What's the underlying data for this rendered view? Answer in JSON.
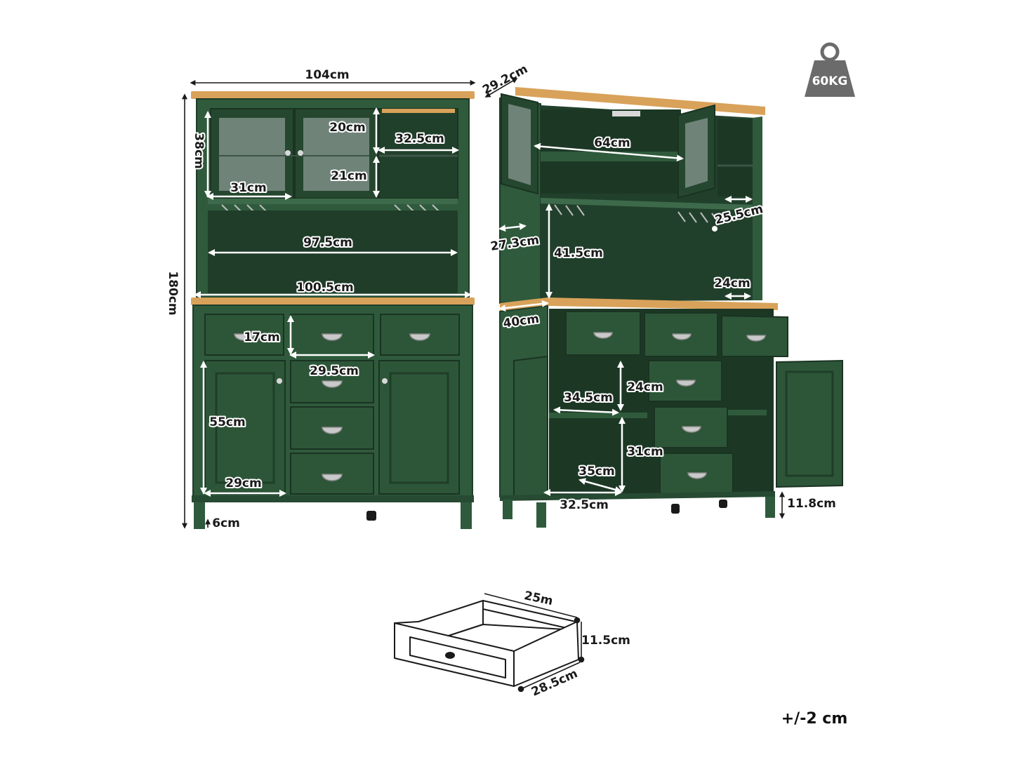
{
  "colors": {
    "cabinet_green": "#2f5a3c",
    "cabinet_dark": "#1f3d29",
    "wood_top": "#d9a25a",
    "glass": "#6f8379",
    "arrow": "#ffffff",
    "weight_icon": "#6b6b6b"
  },
  "weight": {
    "label": "60KG",
    "icon": "weight-icon"
  },
  "tolerance": "+/-2 cm",
  "front": {
    "width_total": "104cm",
    "height_total": "180cm",
    "upper_cabinet_height": "38cm",
    "glass_shelf_top": "20cm",
    "glass_shelf_bottom": "21cm",
    "side_open_width": "32.5cm",
    "glass_door_width": "31cm",
    "open_shelf_width": "97.5cm",
    "counter_width": "100.5cm",
    "drawer_height": "17cm",
    "center_drawer_width": "29.5cm",
    "door_height": "55cm",
    "door_width": "29cm",
    "foot_height": "6cm"
  },
  "side": {
    "top_depth": "29.2cm",
    "inner_width": "64cm",
    "hutch_side_depth": "27.3cm",
    "open_height": "41.5cm",
    "shelf_depth_right": "25.5cm",
    "counter_side_depth": "24cm",
    "base_depth": "40cm",
    "drawer_slot_height": "24cm",
    "inner_shelf_depth": "34.5cm",
    "lower_slot_height": "31cm",
    "bottom_depth": "35cm",
    "bottom_width": "32.5cm",
    "leg_height": "11.8cm"
  },
  "drawer": {
    "depth": "25m",
    "height": "11.5cm",
    "width": "28.5cm"
  }
}
